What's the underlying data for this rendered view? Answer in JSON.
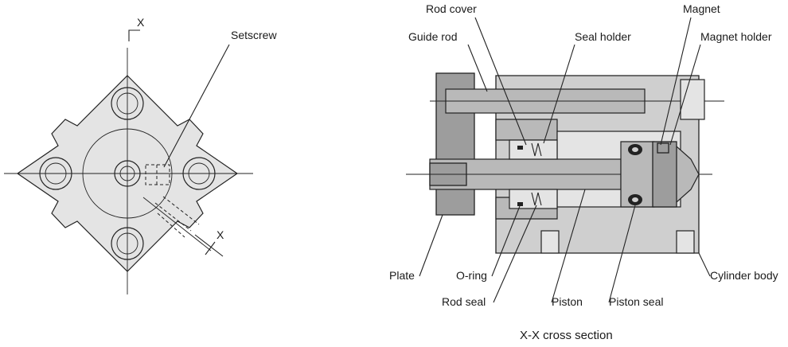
{
  "labels": {
    "section_mark_top": "X",
    "section_mark_bottom": "X",
    "setscrew": "Setscrew",
    "rod_cover": "Rod cover",
    "guide_rod": "Guide rod",
    "seal_holder": "Seal holder",
    "magnet": "Magnet",
    "magnet_holder": "Magnet holder",
    "plate": "Plate",
    "o_ring": "O-ring",
    "rod_seal": "Rod seal",
    "piston": "Piston",
    "piston_seal": "Piston seal",
    "cylinder_body": "Cylinder body"
  },
  "caption": "X-X cross section"
}
